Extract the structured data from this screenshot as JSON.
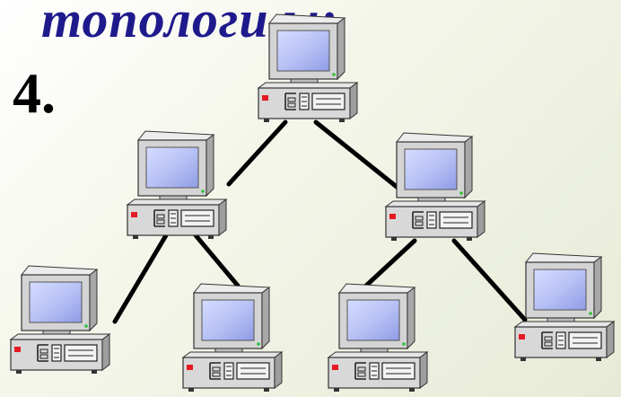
{
  "slide": {
    "heading_fragment": "топологи  ы;",
    "item_number": "4."
  },
  "diagram": {
    "type": "tree-topology-network",
    "node_icon": "desktop-computer-icon",
    "node_count": 7,
    "link_count": 6,
    "colors": {
      "heading": "#1f1a8c",
      "link": "#000000",
      "screen": "#b8c2f5",
      "case": "#d8d8d8",
      "power_led": "#e41b23"
    }
  }
}
